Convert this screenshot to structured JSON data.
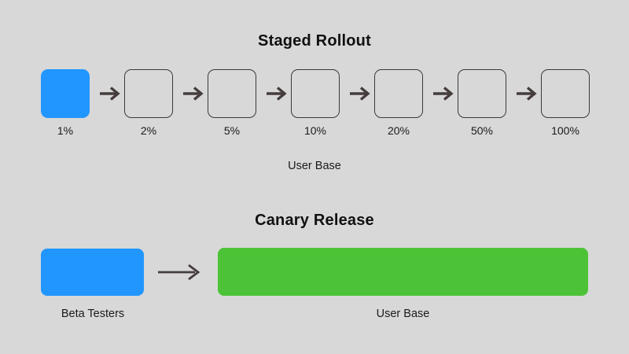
{
  "background_color": "#d8d8d8",
  "colors": {
    "blue": "#2196ff",
    "green": "#4cc336",
    "arrow": "#453c3c",
    "outline": "#3a3a3a",
    "text": "#1a1a1a"
  },
  "staged_rollout": {
    "title": "Staged Rollout",
    "caption": "User Base",
    "stages": [
      {
        "label": "1%",
        "state": "filled"
      },
      {
        "label": "2%",
        "state": "outlined"
      },
      {
        "label": "5%",
        "state": "outlined"
      },
      {
        "label": "10%",
        "state": "outlined"
      },
      {
        "label": "20%",
        "state": "outlined"
      },
      {
        "label": "50%",
        "state": "outlined"
      },
      {
        "label": "100%",
        "state": "outlined"
      }
    ],
    "arrow_icon": "arrow-right-icon",
    "arrow_count": 6
  },
  "canary_release": {
    "title": "Canary Release",
    "source_label": "Beta Testers",
    "target_label": "User Base",
    "arrow_icon": "arrow-right-long-icon"
  }
}
